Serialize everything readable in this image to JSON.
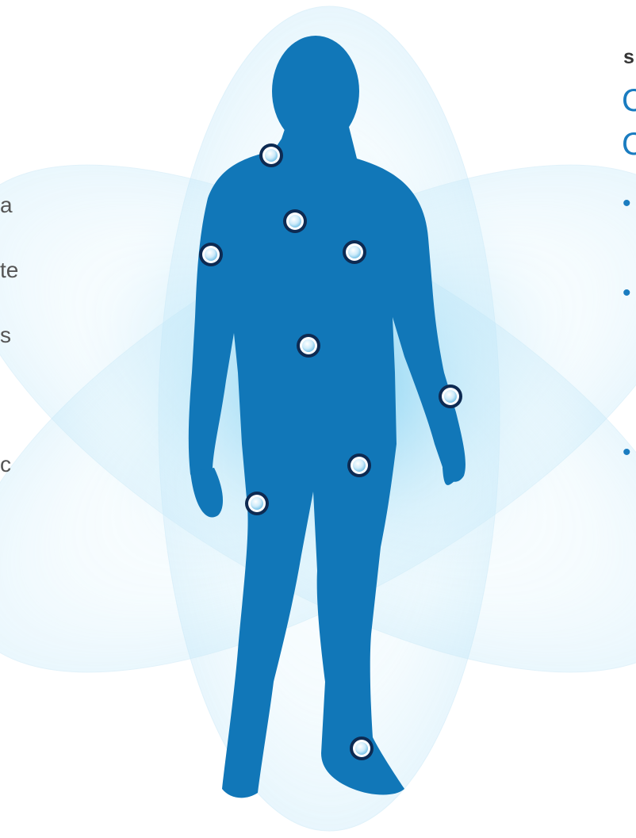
{
  "left_text_fragments": [
    "a",
    "te",
    "s",
    "c"
  ],
  "right_column": {
    "heading": "s",
    "title_line_1": "C",
    "title_line_2": "C",
    "bullets": [
      "•",
      "•",
      "•"
    ]
  },
  "colors": {
    "figure": "#1177b8",
    "aura": "#7fd0f2",
    "sensor_ring": "#0d2a52",
    "sensor_fill": "#bfe3f7",
    "accent": "#1a7cc0"
  },
  "sensors": [
    {
      "name": "sensor-neck"
    },
    {
      "name": "sensor-chest-left"
    },
    {
      "name": "sensor-chest-right"
    },
    {
      "name": "sensor-shoulder-right"
    },
    {
      "name": "sensor-abdomen"
    },
    {
      "name": "sensor-wrist-left"
    },
    {
      "name": "sensor-thigh-left"
    },
    {
      "name": "sensor-hand-right"
    },
    {
      "name": "sensor-ankle"
    }
  ]
}
